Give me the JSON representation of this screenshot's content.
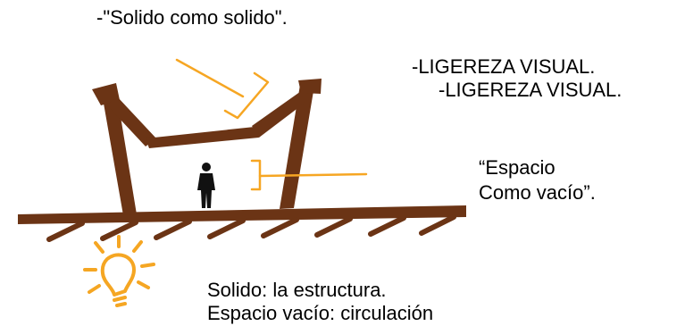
{
  "labels": {
    "solido_como_solido": "-\"Solido como solido\".",
    "ligereza_1": "-LIGEREZA VISUAL.",
    "ligereza_2": "-LIGEREZA VISUAL.",
    "espacio_line1": "“Espacio",
    "espacio_line2": "Como vacío”.",
    "caption_line1": "Solido: la estructura.",
    "caption_line2": "Espacio vacío: circulación"
  },
  "colors": {
    "structure": "#6b3415",
    "annotation": "#f6a623",
    "sun": "#f5a623",
    "person": "#111111",
    "text": "#000000"
  },
  "icons": {
    "sun": "sun-lightbulb-icon",
    "person": "person-icon"
  }
}
